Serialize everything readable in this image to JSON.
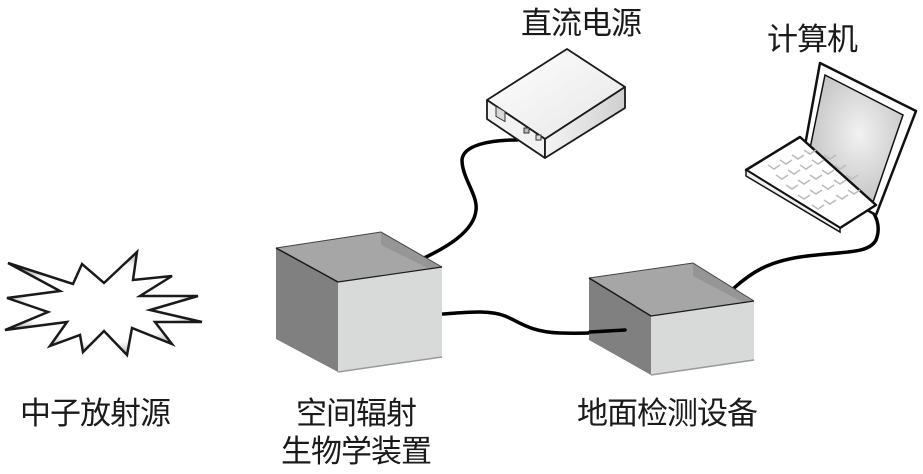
{
  "diagram": {
    "nodes": {
      "neutron_source": {
        "label": "中子放射源",
        "icon": "starburst-icon"
      },
      "bio_device": {
        "label_line1": "空间辐射",
        "label_line2": "生物学装置",
        "icon": "open-box-icon"
      },
      "ground_equipment": {
        "label": "地面检测设备",
        "icon": "open-box-icon"
      },
      "dc_power": {
        "label": "直流电源",
        "icon": "power-supply-icon"
      },
      "computer": {
        "label": "计算机",
        "icon": "laptop-icon"
      }
    },
    "connections": [
      {
        "from": "dc_power",
        "to": "bio_device"
      },
      {
        "from": "bio_device",
        "to": "ground_equipment"
      },
      {
        "from": "ground_equipment",
        "to": "computer"
      }
    ],
    "colors": {
      "box_front": "#d8d9d9",
      "box_side": "#808080",
      "box_inner": "#a6a6a6",
      "box_inner_back": "#969696",
      "cable": "#000000",
      "outline": "#1a1a1a"
    }
  }
}
